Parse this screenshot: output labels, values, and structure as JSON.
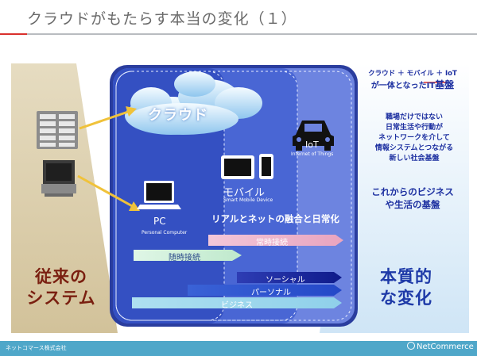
{
  "slide": {
    "title": "クラウドがもたらす本当の変化（１）"
  },
  "diagram": {
    "cloud_label": "クラウド",
    "iot_label": "IoT",
    "iot_sub": "Internet of Things",
    "mobile_label": "モバイル",
    "mobile_sub": "Smart Mobile Device",
    "pc_label": "PC",
    "pc_sub": "Personal Computer",
    "fusion_label": "リアルとネットの融合と日常化",
    "arrows": {
      "always_on": "常時接続",
      "on_demand": "随時接続",
      "social": "ソーシャル",
      "personal": "パーソナル",
      "business": "ビジネス"
    },
    "old_system": [
      "従来の",
      "システム"
    ],
    "new_change": [
      "本質的",
      "な変化"
    ]
  },
  "right_panel": {
    "line1": "クラウド ＋ モバイル ＋ IoT",
    "line2a": "が一体となった",
    "line2b": "IT",
    "line2c": "基盤",
    "desc": [
      "職場だけではない",
      "日常生活や行動が",
      "ネットワークを介して",
      "情報システムとつながる",
      "新しい社会基盤"
    ],
    "future": [
      "これからのビジネス",
      "や生活の基盤"
    ]
  },
  "footer": {
    "company": "ネットコマース株式会社",
    "logo_text": "NetCommerce"
  },
  "colors": {
    "accent_red": "#d9302d",
    "footer_blue": "#4fa7c9",
    "panel_blue": "#3e5ed0",
    "old_brown": "#7a1f10",
    "new_blue": "#1e3aa8"
  }
}
